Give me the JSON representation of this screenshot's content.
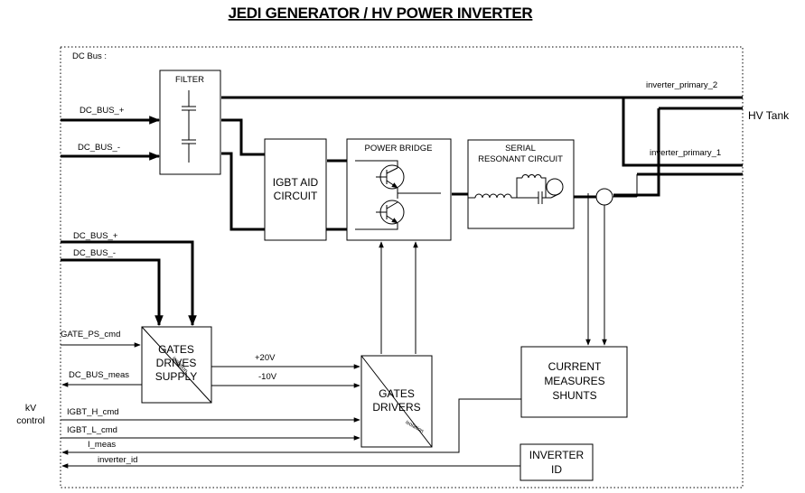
{
  "title": "JEDI GENERATOR / HV POWER INVERTER",
  "labels": {
    "dc_bus": "DC Bus :",
    "hv_tank": "HV Tank",
    "kv": "kV",
    "control": "control",
    "inverter_primary_2": "inverter_primary_2",
    "inverter_primary_1": "inverter_primary_1",
    "dc_bus_plus_top": "DC_BUS_+",
    "dc_bus_minus_top": "DC_BUS_-",
    "dc_bus_plus_low": "DC_BUS_+",
    "dc_bus_minus_low": "DC_BUS_-",
    "gate_ps_cmd": "GATE_PS_cmd",
    "dc_bus_meas": "DC_BUS_meas",
    "igbt_h_cmd": "IGBT_H_cmd",
    "igbt_l_cmd": "IGBT_L_cmd",
    "i_meas": "I_meas",
    "inverter_id": "inverter_id",
    "plus20v": "+20V",
    "minus10v": "-10V"
  },
  "blocks": {
    "filter": "FILTER",
    "igbt_aid_1": "IGBT AID",
    "igbt_aid_2": "CIRCUIT",
    "power_bridge": "POWER BRIDGE",
    "serial_1": "SERIAL",
    "serial_2": "RESONANT CIRCUIT",
    "gates_supply_1": "GATES",
    "gates_supply_2": "DRIVES",
    "gates_supply_3": "SUPPLY",
    "gates_supply_iso": "isolation",
    "gates_drivers_1": "GATES",
    "gates_drivers_2": "DRIVERS",
    "gates_drivers_iso": "isolation",
    "current_1": "CURRENT",
    "current_2": "MEASURES",
    "current_3": "SHUNTS",
    "inverter_id_1": "INVERTER",
    "inverter_id_2": "ID"
  }
}
